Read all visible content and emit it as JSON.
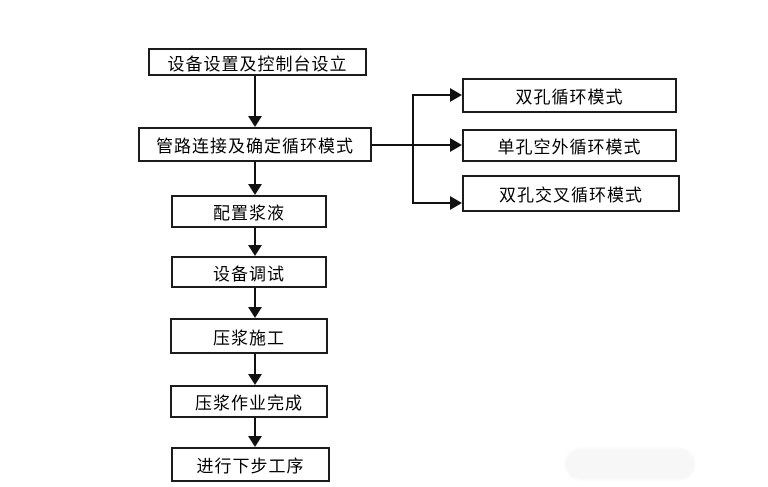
{
  "flow": {
    "title": "grouting-process-flowchart",
    "main_steps": [
      {
        "label": "设备设置及控制台设立"
      },
      {
        "label": "管路连接及确定循环模式"
      },
      {
        "label": "配置浆液"
      },
      {
        "label": "设备调试"
      },
      {
        "label": "压浆施工"
      },
      {
        "label": "压浆作业完成"
      },
      {
        "label": "进行下步工序"
      }
    ],
    "circulation_modes": [
      {
        "label": "双孔循环模式"
      },
      {
        "label": "单孔空外循环模式"
      },
      {
        "label": "双孔交叉循环模式"
      }
    ],
    "colors": {
      "background": "#ffffff",
      "line": "#111111",
      "box_border": "#1c1c1c",
      "box_fill": "#ffffff",
      "text": "#000000"
    }
  }
}
